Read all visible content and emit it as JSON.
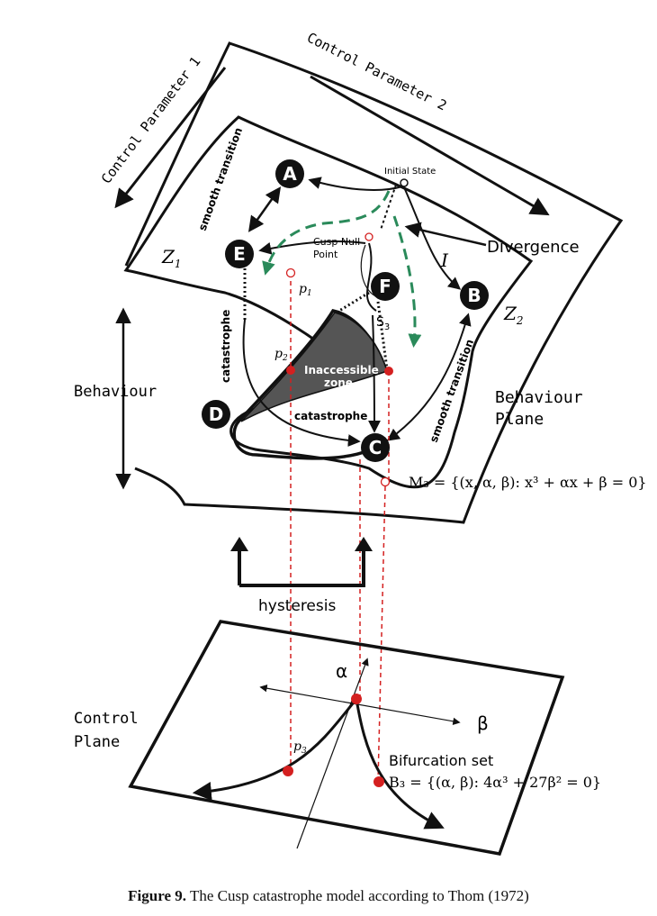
{
  "labels": {
    "control_parameter_1": "Control Parameter 1",
    "control_parameter_2": "Control Parameter 2",
    "initial_state": "Initial State",
    "divergence": "Divergence",
    "cusp_null_point": [
      "Cusp Null",
      "Point"
    ],
    "smooth_transition_left": "smooth transition",
    "smooth_transition_right": "smooth transition",
    "catastrophe_left": "catastrophe",
    "catastrophe_bottom": "catastrophe",
    "inaccessible_zone": [
      "Inaccessible",
      "zone"
    ],
    "behaviour": "Behaviour",
    "behaviour_plane": [
      "Behaviour",
      "Plane"
    ],
    "hysteresis": "hysteresis",
    "control_plane": [
      "Control",
      "Plane"
    ],
    "alpha": "α",
    "beta": "β",
    "bifurcation_set": "Bifurcation set",
    "b3_formula": "B₃ = {(α, β): 4α³ + 27β² = 0}",
    "m3_formula": "M₃ = {(x, α, β): x³ + αx + β = 0}"
  },
  "nodes": {
    "A": "A",
    "B": "B",
    "C": "C",
    "D": "D",
    "E": "E",
    "F": "F"
  },
  "point_labels": {
    "z1": "Z",
    "z1_sub": "1",
    "z2": "Z",
    "z2_sub": "2",
    "i": "I",
    "s3": "S",
    "s3_sub": "3",
    "p1": "p",
    "p1_sub": "1",
    "p2": "p",
    "p2_sub": "2",
    "p3": "p",
    "p3_sub": "3"
  },
  "caption": {
    "prefix": "Figure 9.",
    "text": " The Cusp catastrophe model according to Thom (1972)"
  },
  "colors": {
    "ink": "#111111",
    "green_path": "#2a8a5a",
    "red_projection": "#d42020",
    "zone_fill": "#555555"
  }
}
